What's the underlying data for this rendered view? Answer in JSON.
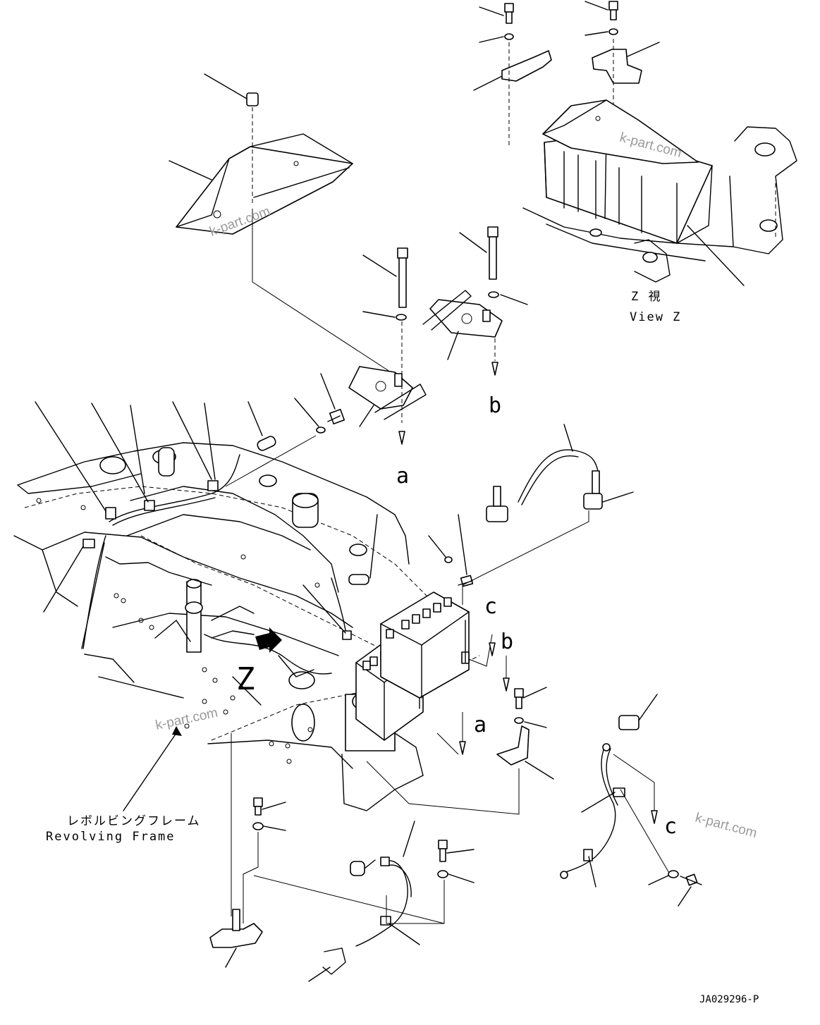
{
  "drawing_code": "JA029296-P",
  "labels": {
    "a_top": "a",
    "b_top": "b",
    "c_mid": "c",
    "b_mid": "b",
    "a_mid": "a",
    "c_right": "c",
    "z_arrow": "Z"
  },
  "view": {
    "title_jp": "Z 視",
    "title_en": "View Z"
  },
  "frame_callout": {
    "jp": "レボルビングフレーム",
    "en": "Revolving Frame"
  },
  "watermark": "k-part.com"
}
